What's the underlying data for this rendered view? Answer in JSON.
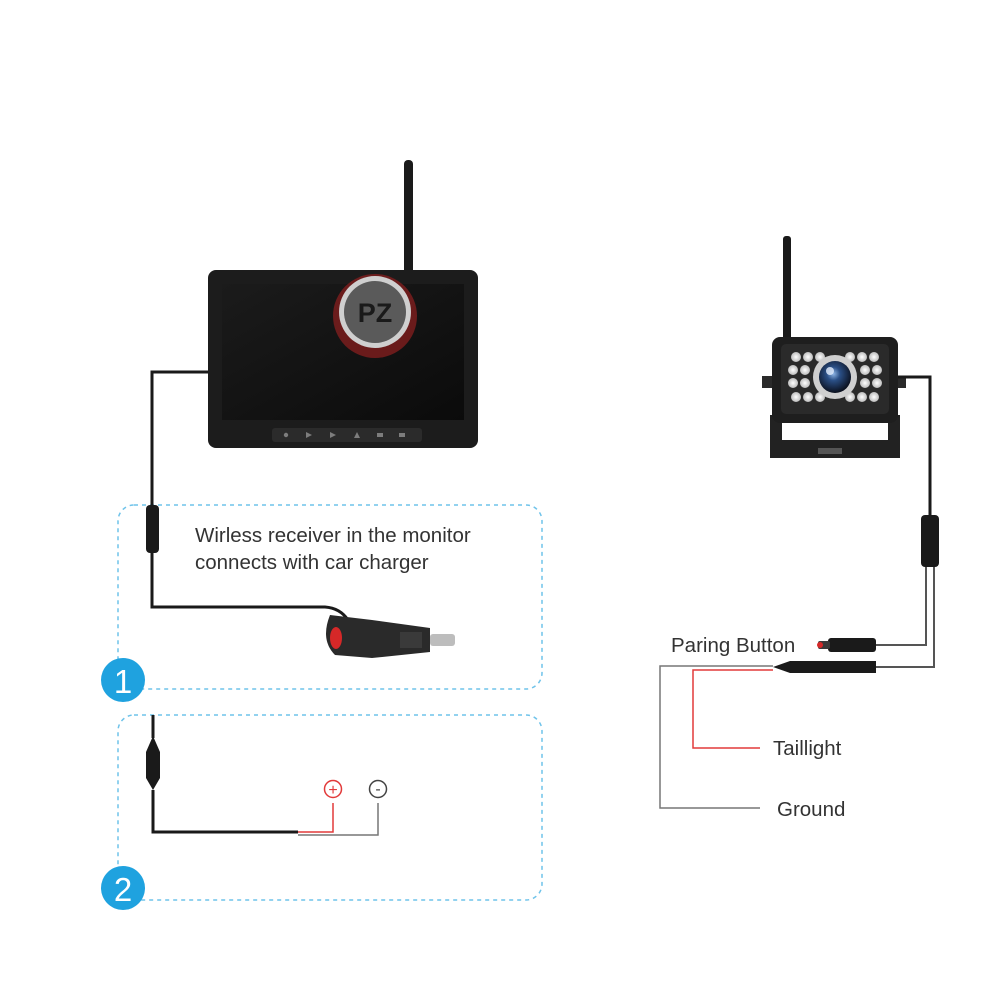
{
  "logo": {
    "text": "PZ"
  },
  "section1": {
    "step_number": "1",
    "caption_line1": "Wirless receiver in the monitor",
    "caption_line2": "connects with car charger"
  },
  "section2": {
    "step_number": "2",
    "positive_symbol": "+",
    "negative_symbol": "-"
  },
  "camera_wiring": {
    "paring_button_label": "Paring Button",
    "taillight_label": "Taillight",
    "ground_label": "Ground"
  },
  "colors": {
    "accent_blue": "#1fa2df",
    "wire_red": "#e23a3a",
    "wire_black": "#1a1a1a",
    "wire_gray": "#777777",
    "dashed_border": "#6fc3ea"
  }
}
